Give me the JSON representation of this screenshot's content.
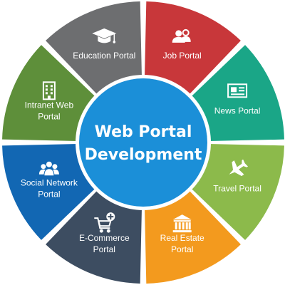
{
  "center": {
    "line1": "Web Portal",
    "line2": "Development",
    "color": "#1b8fd8"
  },
  "segments": [
    {
      "key": "job",
      "lines": [
        "Job Portal"
      ],
      "color": "#c8373a",
      "icon": "users-icon"
    },
    {
      "key": "news",
      "lines": [
        "News Portal"
      ],
      "color": "#1aa687",
      "icon": "newspaper-icon"
    },
    {
      "key": "travel",
      "lines": [
        "Travel Portal"
      ],
      "color": "#8cba4b",
      "icon": "airplane-icon"
    },
    {
      "key": "realestate",
      "lines": [
        "Real Estate",
        "Portal"
      ],
      "color": "#f39a1e",
      "icon": "bank-building-icon"
    },
    {
      "key": "ecommerce",
      "lines": [
        "E-Commerce",
        "Portal"
      ],
      "color": "#3d4d61",
      "icon": "shopping-cart-plus-icon"
    },
    {
      "key": "social",
      "lines": [
        "Social Network",
        "Portal"
      ],
      "color": "#1267b3",
      "icon": "people-group-icon"
    },
    {
      "key": "intranet",
      "lines": [
        "Intranet Web",
        "Portal"
      ],
      "color": "#5e8f3a",
      "icon": "office-building-icon"
    },
    {
      "key": "education",
      "lines": [
        "Education Portal"
      ],
      "color": "#6d6e70",
      "icon": "graduation-cap-icon"
    }
  ]
}
